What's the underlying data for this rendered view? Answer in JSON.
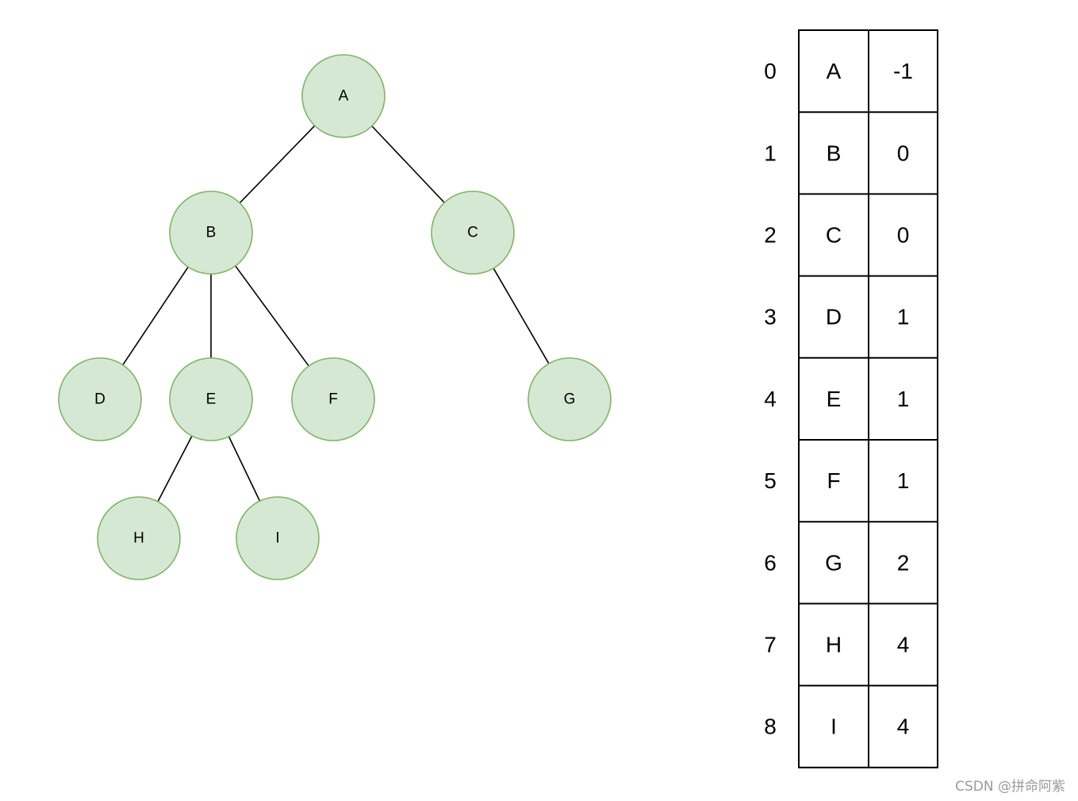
{
  "tree": {
    "nodes": [
      {
        "id": "A",
        "label": "A"
      },
      {
        "id": "B",
        "label": "B"
      },
      {
        "id": "C",
        "label": "C"
      },
      {
        "id": "D",
        "label": "D"
      },
      {
        "id": "E",
        "label": "E"
      },
      {
        "id": "F",
        "label": "F"
      },
      {
        "id": "G",
        "label": "G"
      },
      {
        "id": "H",
        "label": "H"
      },
      {
        "id": "I",
        "label": "I"
      }
    ],
    "edges": [
      [
        "A",
        "B"
      ],
      [
        "A",
        "C"
      ],
      [
        "B",
        "D"
      ],
      [
        "B",
        "E"
      ],
      [
        "B",
        "F"
      ],
      [
        "C",
        "G"
      ],
      [
        "E",
        "H"
      ],
      [
        "E",
        "I"
      ]
    ],
    "node_fill": "#d5e8d4",
    "node_stroke": "#82b366"
  },
  "parent_table": {
    "rows": [
      {
        "index": "0",
        "data": "A",
        "parent": "-1"
      },
      {
        "index": "1",
        "data": "B",
        "parent": "0"
      },
      {
        "index": "2",
        "data": "C",
        "parent": "0"
      },
      {
        "index": "3",
        "data": "D",
        "parent": "1"
      },
      {
        "index": "4",
        "data": "E",
        "parent": "1"
      },
      {
        "index": "5",
        "data": "F",
        "parent": "1"
      },
      {
        "index": "6",
        "data": "G",
        "parent": "2"
      },
      {
        "index": "7",
        "data": "H",
        "parent": "4"
      },
      {
        "index": "8",
        "data": "I",
        "parent": "4"
      }
    ]
  },
  "watermark": "CSDN @拼命阿紫"
}
